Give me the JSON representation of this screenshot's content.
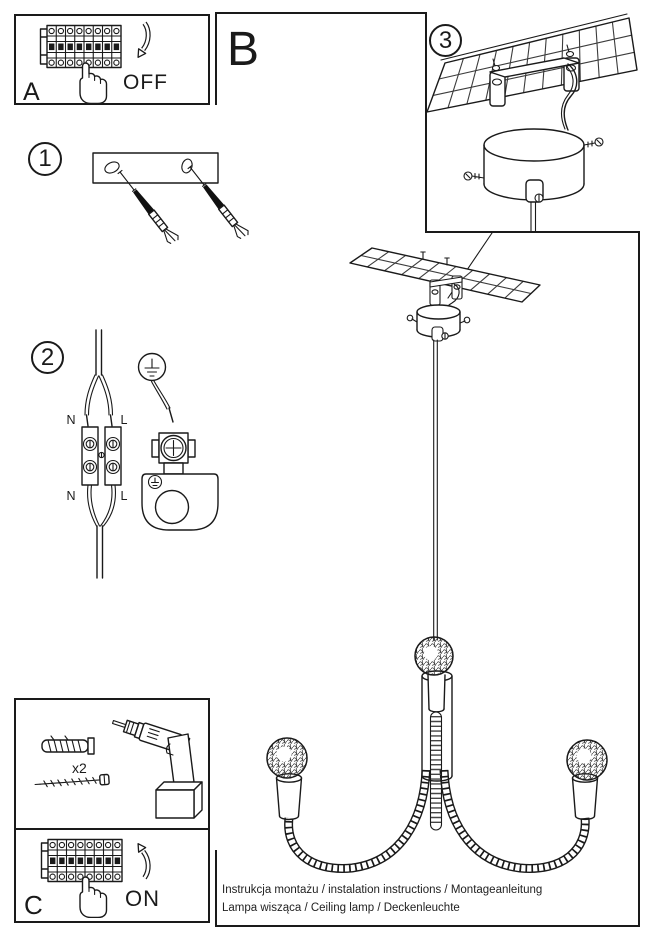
{
  "colors": {
    "line": "#1a1a1a",
    "background": "#ffffff"
  },
  "panels": {
    "a": {
      "label": "A",
      "action": "OFF"
    },
    "b": {
      "label": "B"
    },
    "c": {
      "label": "C",
      "action": "ON"
    }
  },
  "steps": {
    "s1": {
      "number": "1"
    },
    "s2": {
      "number": "2",
      "terminal_labels": {
        "top_left": "N",
        "top_right": "L",
        "bottom_left": "N",
        "bottom_right": "L"
      }
    },
    "s3": {
      "number": "3"
    }
  },
  "tools": {
    "anchor_quantity": "x2"
  },
  "caption": {
    "line1": "Instrukcja montażu / instalation instructions / Montageanleitung",
    "line2": "Lampa wisząca / Ceiling lamp  / Deckenleuchte"
  },
  "icons": [
    "breaker-panel-icon",
    "pointing-hand-icon",
    "arrow-down-icon",
    "arrow-up-icon",
    "mounting-plate-icon",
    "wall-anchor-icon",
    "terminal-block-icon",
    "earth-symbol-icon",
    "ground-clamp-icon",
    "ceiling-bracket-icon",
    "canopy-icon",
    "pendant-lamp-icon",
    "drill-icon",
    "screw-icon",
    "wall-plug-icon"
  ]
}
